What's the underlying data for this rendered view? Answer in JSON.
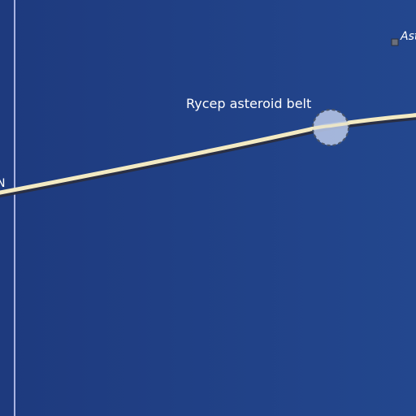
{
  "map": {
    "background": {
      "color_left": "#1e3a7e",
      "color_right": "#23478e"
    },
    "route": {
      "fill_color": "#f3eac3",
      "casing_color": "#2a2f44"
    },
    "meridian_line": {
      "color": "#a9b4e2"
    },
    "asteroid_belt": {
      "label": "Rycep asteroid belt",
      "fill_color": "#b3c2e3",
      "stroke_color": "#4a5569"
    },
    "station": {
      "label": "Ast",
      "marker_color": "#6a6f7c"
    },
    "edge_label": {
      "text": "N"
    }
  }
}
